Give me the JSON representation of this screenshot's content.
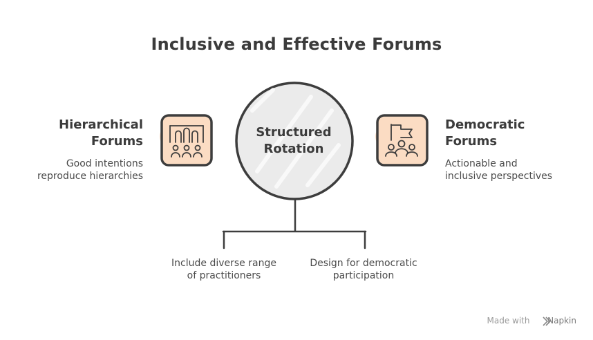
{
  "title": "Inclusive and Effective Forums",
  "center": {
    "label_line1": "Structured",
    "label_line2": "Rotation"
  },
  "left": {
    "heading_line1": "Hierarchical",
    "heading_line2": "Forums",
    "desc_line1": "Good intentions",
    "desc_line2": "reproduce hierarchies",
    "icon": "hierarchy-people-icon"
  },
  "right": {
    "heading_line1": "Democratic",
    "heading_line2": "Forums",
    "desc_line1": "Actionable and",
    "desc_line2": "inclusive perspectives",
    "icon": "flag-people-icon"
  },
  "branches": [
    {
      "line1": "Include diverse range",
      "line2": "of practitioners"
    },
    {
      "line1": "Design for democratic",
      "line2": "participation"
    }
  ],
  "watermark": {
    "prefix": "Made with",
    "brand": "Napkin"
  },
  "colors": {
    "icon_fill": "#fbdcc3",
    "circle_fill": "#ebebeb",
    "stroke": "#3d3d3d"
  }
}
